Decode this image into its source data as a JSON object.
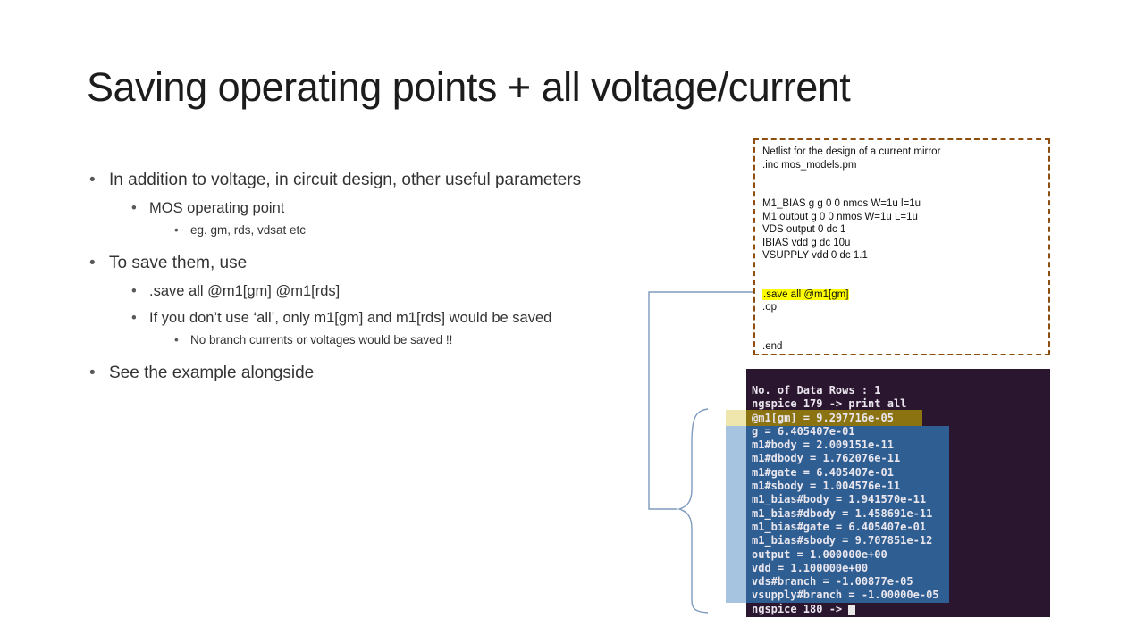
{
  "slide": {
    "title": "Saving operating points + all voltage/current"
  },
  "bullets": [
    "In addition to voltage, in circuit design, other useful parameters",
    "MOS operating point",
    "eg. gm, rds, vdsat etc",
    "To save them, use",
    ".save all @m1[gm] @m1[rds]",
    "If you don’t use ‘all’, only m1[gm] and m1[rds] would be saved",
    "No branch currents or voltages would be saved !!",
    "See the example alongside"
  ],
  "netlist": {
    "lines": [
      "Netlist for the design of a current mirror",
      ".inc mos_models.pm",
      "",
      "",
      "M1_BIAS g g 0 0 nmos W=1u l=1u",
      "M1 output g 0 0 nmos W=1u L=1u",
      "VDS output 0 dc 1",
      "IBIAS vdd g dc 10u",
      "VSUPPLY vdd 0 dc 1.1",
      "",
      "",
      ".save all @m1[gm]",
      ".op",
      "",
      "",
      ".end"
    ]
  },
  "terminal": {
    "lines": [
      "No. of Data Rows : 1",
      "ngspice 179 -> print all",
      "@m1[gm] = 9.297716e-05",
      "g = 6.405407e-01",
      "m1#body = 2.009151e-11",
      "m1#dbody = 1.762076e-11",
      "m1#gate = 6.405407e-01",
      "m1#sbody = 1.004576e-11",
      "m1_bias#body = 1.941570e-11",
      "m1_bias#dbody = 1.458691e-11",
      "m1_bias#gate = 6.405407e-01",
      "m1_bias#sbody = 9.707851e-12",
      "output = 1.000000e+00",
      "vdd = 1.100000e+00",
      "vds#branch = -1.00877e-05",
      "vsupply#branch = -1.00000e-05",
      "ngspice 180 -> "
    ]
  },
  "colors": {
    "netlist_highlight": "#ffff00",
    "netlist_border": "#8e4e10",
    "terminal_background": "#2b1630",
    "olive_highlight": "#8a7310",
    "blue_highlight": "#2e5e92",
    "connector_line": "#7e9abc"
  }
}
